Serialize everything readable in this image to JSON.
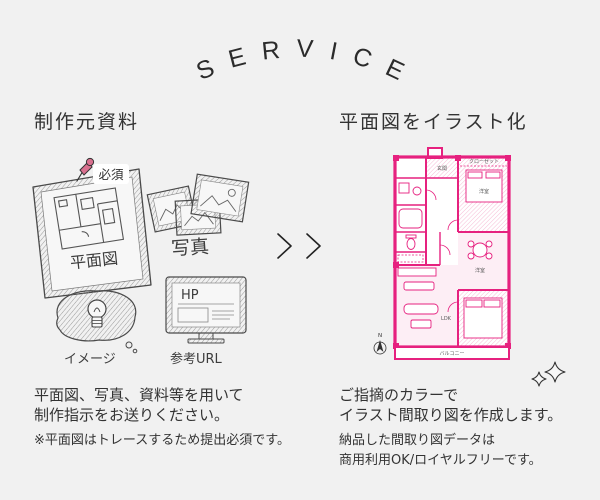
{
  "title": "SERVICE",
  "colors": {
    "background": "#f1f1f1",
    "text": "#333333",
    "accent": "#e6217f"
  },
  "icons": [
    "pushpin-icon",
    "double-chevron-right-icon",
    "light-bulb-icon",
    "monitor-icon",
    "north-arrow-icon",
    "sparkle-icon"
  ],
  "source_materials": {
    "heading": "制作元資料",
    "required_badge": "必須",
    "floor_plan_label": "平面図",
    "photo_label": "写真",
    "image_label": "イメージ",
    "reference_url_label": "参考URL",
    "monitor_screen_text": "HP",
    "description": [
      "平面図、写真、資料等を用いて",
      "制作指示をお送りください。"
    ],
    "note": "※平面図はトレースするため提出必須です。"
  },
  "illustration": {
    "heading": "平面図をイラスト化",
    "floor_plan_labels": {
      "entrance": "玄関",
      "closet": "クローゼット",
      "bedroom_1": "洋室",
      "bedroom_2": "洋室",
      "living": "LDK",
      "balcony": "バルコニー",
      "north": "N"
    },
    "description": [
      "ご指摘のカラーで",
      "イラスト間取り図を作成します。"
    ],
    "note": [
      "納品した間取り図データは",
      "商用利用OK/ロイヤルフリーです。"
    ]
  }
}
